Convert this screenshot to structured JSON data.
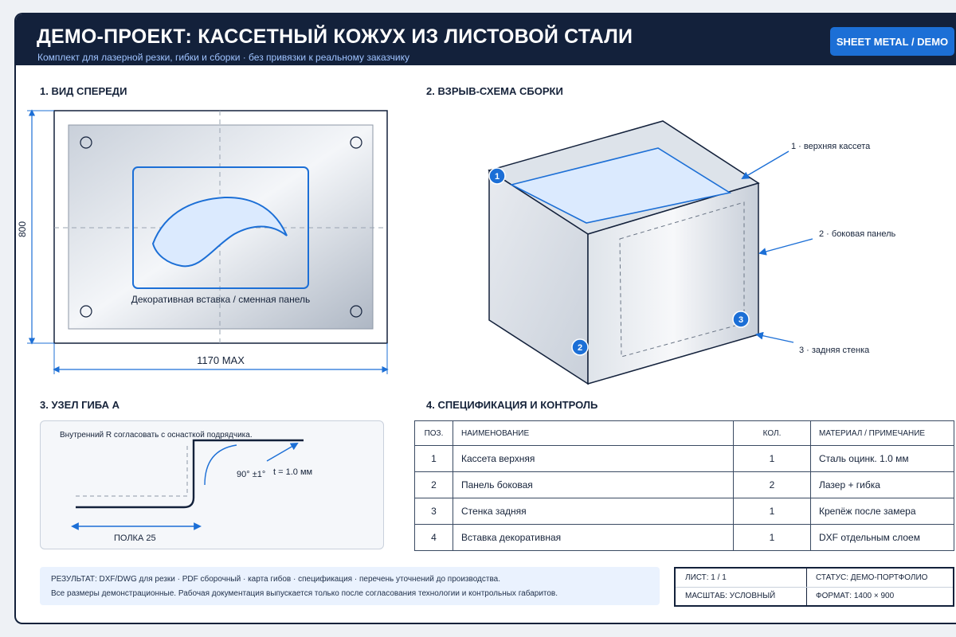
{
  "header": {
    "title": "ДЕМО-ПРОЕКТ: КАССЕТНЫЙ КОЖУХ ИЗ ЛИСТОВОЙ СТАЛИ",
    "subtitle": "Комплект для лазерной резки, гибки и сборки · без привязки к реальному заказчику",
    "badge": "SHEET METAL / DEMO"
  },
  "front_view": {
    "title": "1. ВИД СПЕРЕДИ",
    "insert_label": "Декоративная вставка / сменная панель",
    "width_label": "1170 MAX",
    "height_label": "800"
  },
  "exploded": {
    "title": "2. ВЗРЫВ-СХЕМА СБОРКИ",
    "callouts": [
      {
        "num": "1",
        "label": "1 · верхняя кассета"
      },
      {
        "num": "2",
        "label": "2 · боковая панель"
      },
      {
        "num": "3",
        "label": "3 · задняя стенка"
      }
    ]
  },
  "bend": {
    "title": "3. УЗЕЛ ГИБА А",
    "note": "Внутренний R согласовать с оснасткой подрядчика.",
    "angle": "90° ±1°",
    "thickness": "t = 1.0 мм",
    "flange": "ПОЛКА 25"
  },
  "spec": {
    "title": "4. СПЕЦИФИКАЦИЯ И КОНТРОЛЬ",
    "columns": [
      "ПОЗ.",
      "НАИМЕНОВАНИЕ",
      "КОЛ.",
      "МАТЕРИАЛ / ПРИМЕЧАНИЕ"
    ],
    "rows": [
      {
        "pos": "1",
        "name": "Кассета верхняя",
        "qty": "1",
        "note": "Сталь оцинк. 1.0 мм"
      },
      {
        "pos": "2",
        "name": "Панель боковая",
        "qty": "2",
        "note": "Лазер + гибка"
      },
      {
        "pos": "3",
        "name": "Стенка задняя",
        "qty": "1",
        "note": "Крепёж после замера"
      },
      {
        "pos": "4",
        "name": "Вставка декоративная",
        "qty": "1",
        "note": "DXF отдельным слоем"
      }
    ]
  },
  "footer": {
    "result_line1": "РЕЗУЛЬТАТ: DXF/DWG для резки · PDF сборочный · карта гибов · спецификация · перечень уточнений до производства.",
    "result_line2": "Все размеры демонстрационные. Рабочая документация выпускается только после согласования технологии и контрольных габаритов.",
    "sheet": "ЛИСТ: 1 / 1",
    "scale": "МАСШТАБ: УСЛОВНЫЙ",
    "status": "СТАТУС: ДЕМО-ПОРТФОЛИО",
    "format": "ФОРМАТ: 1400 × 900"
  },
  "colors": {
    "navy": "#13213b",
    "accent": "#1c6fd6",
    "light_blue": "#dbeafe"
  }
}
